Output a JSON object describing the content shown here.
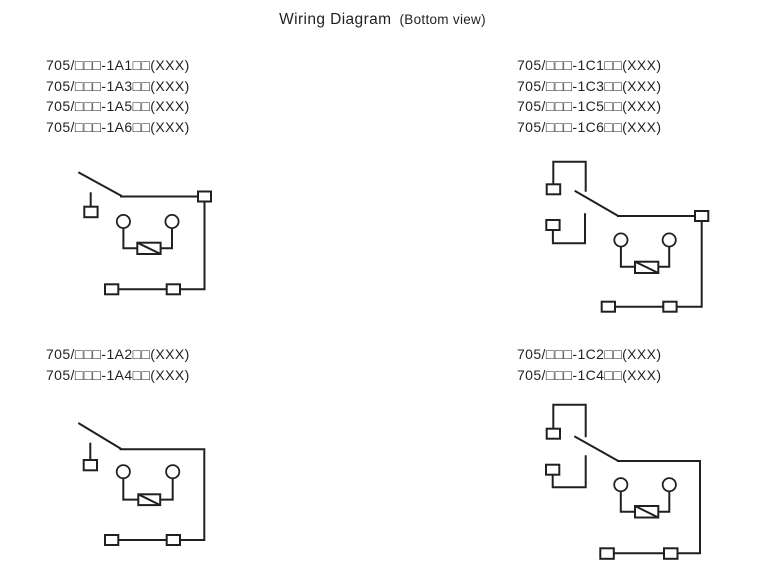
{
  "title": {
    "main": "Wiring Diagram",
    "sub": "(Bottom view)"
  },
  "colors": {
    "line": "#231f20",
    "text": "#231f20",
    "background": "#ffffff"
  },
  "groups": [
    {
      "id": "1A-group-top-left",
      "diagram": "relay-spst-no-contact-with-corner-terminal",
      "labels": [
        "705/□□□-1A1□□(XXX)",
        "705/□□□-1A3□□(XXX)",
        "705/□□□-1A5□□(XXX)",
        "705/□□□-1A6□□(XXX)"
      ]
    },
    {
      "id": "1C-group-top-right",
      "diagram": "relay-spdt-contact-with-corner-terminal",
      "labels": [
        "705/□□□-1C1□□(XXX)",
        "705/□□□-1C3□□(XXX)",
        "705/□□□-1C5□□(XXX)",
        "705/□□□-1C6□□(XXX)"
      ]
    },
    {
      "id": "1A-group-bottom-left",
      "diagram": "relay-spst-no-contact-without-corner-terminal",
      "labels": [
        "705/□□□-1A2□□(XXX)",
        "705/□□□-1A4□□(XXX)"
      ]
    },
    {
      "id": "1C-group-bottom-right",
      "diagram": "relay-spdt-contact-without-corner-terminal",
      "labels": [
        "705/□□□-1C2□□(XXX)",
        "705/□□□-1C4□□(XXX)"
      ]
    }
  ]
}
